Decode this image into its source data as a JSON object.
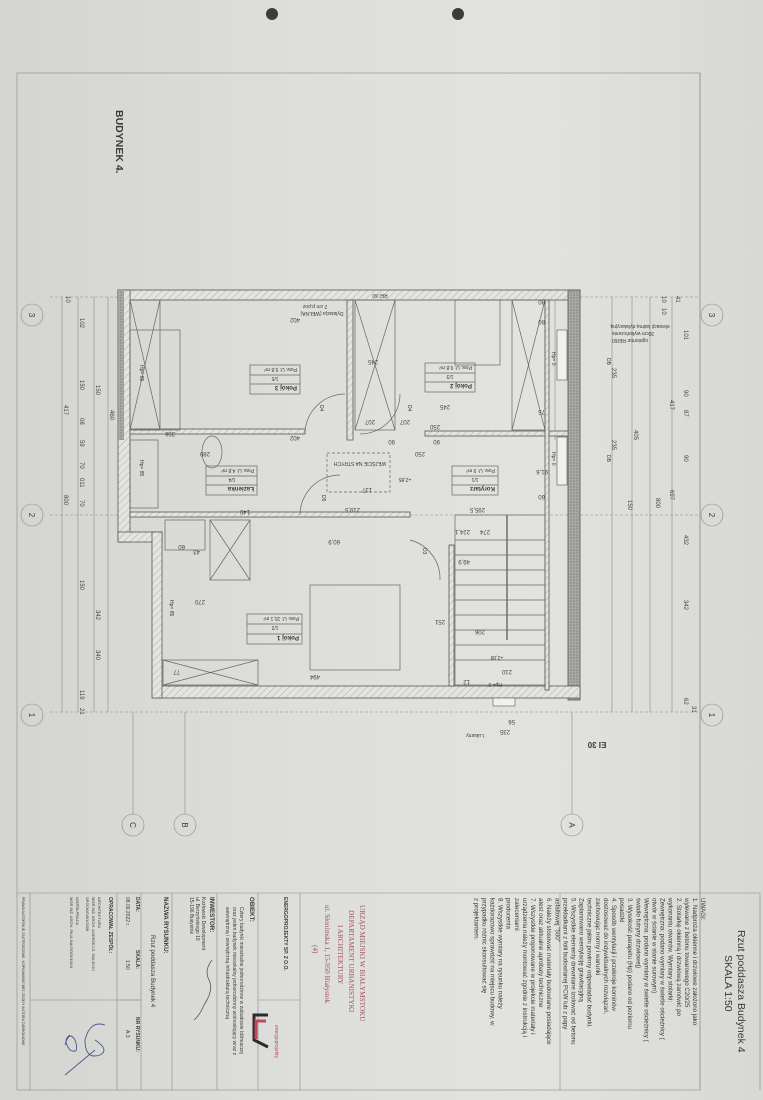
{
  "sheet": {
    "building_label": "BUDYNEK 4.",
    "title": "Rzut poddasza Budynek 4",
    "scale": "SKALA 1:50"
  },
  "notes": {
    "heading": "UWAGI:",
    "lines": [
      "1. Nadproża okienne i drzwiowe założono jako",
      "wylewane z betonu towarowego C20/25",
      "2. Stolarkę okienną i drzwiową zamówić po",
      "wykonaniu otworów. Wymiary stolarki:",
      "Zewnętrzna: podano wymiary w świetle ościeżnicy (",
      "otwór w ścianie w stanie surowym)",
      "Wewnętrzna: podano wymiary w świetle ościeżnicy (",
      "światło futryny drzwiowej)",
      "3. Wysokość parapetu (Hp) podano od poziomu",
      "posadzki",
      "4. Sposób wentylacji i przekroje kominów",
      "dostosować do indywidualnych rozwiązań,",
      "zachowując normy i warunki",
      "techniczne jakim powinny odpowiadać budynki.",
      "Zaplanowano wentylację grawitacyjną",
      "5. Wszystkie elementy drewniane izolować od betonu",
      "przekładkami z folii budowlanej PCW lub z papy",
      "asfaltowej \"500\"",
      "6. Należy stosować materiały budowlane posiadające",
      "atest oraz aktualne aprobaty techniczne",
      "7. Wszystkie proponowane w projekcie materiały i",
      "urządzenia należy montować zgodnie z instrukcją i",
      "zaleceniami",
      "producenta",
      "8. Wszystkie wymiary na rysunku należy",
      "każdorazowo sprawdzić na miejscu budowy, w",
      "przypadku różnic skonsultować się",
      "z projektantem."
    ]
  },
  "stamp": {
    "lines": [
      "URZĄD MIEJSKI W BIAŁYMSTOKU",
      "DEPARTAMENT URBANISTYKI",
      "I ARCHITEKTURY",
      "ul. Słonimska 1, 15-950 Białystok",
      "(4)"
    ]
  },
  "company": {
    "name": "ENERGOPROJEKTY SP. Z O.O.",
    "logo_text": "energoprojekty",
    "colors": {
      "logo_dark": "#2b2b2b",
      "logo_red": "#c0485a"
    }
  },
  "object": {
    "label": "OBIEKT:",
    "lines": [
      "Cztery budynki mieszkalne jednorodzinne w zabudowie bliźniaczej",
      "oraz jeden budynek mieszkalny jednorodzinny wolnostojący wraz z",
      "wewnętrzną i zewnętrzną infrastrukturą techniczną"
    ]
  },
  "investor": {
    "label": "INWESTOR:",
    "lines": [
      "Kozłowski Development",
      "ul. Berzyńskiego 19",
      "15-196 Białystok"
    ]
  },
  "drawing": {
    "name_label": "NAZWA RYSUNKU:",
    "name": "Rzut poddasza Budynek 4",
    "date_label": "DATA:",
    "date": "08.09.2022 r.",
    "scale_label": "SKALA:",
    "scale": "1:50",
    "number_label": "NR RYSUNKU:",
    "number": "A.3",
    "team_label": "OPRACOWAŁ ZESPÓŁ:",
    "team": [
      "ARCHITEKTURA",
      "MGR INŻ. ARCH. ANDRZEJ Z. GALECKI",
      "SPOOK/0451/2008",
      "WSPÓŁPRACA",
      "MGR INŻ. ARCH. PAULINA ROGIŃSKA"
    ],
    "copyright": "PRAWA AUTORSKIE ZASTRZEŻONE. KOPIOWANIE BEZ ZGODY AUTORA ZABRONIONE"
  },
  "grid": {
    "axes": [
      "3",
      "2",
      "1",
      "C",
      "B",
      "A"
    ]
  },
  "plan": {
    "rooms": [
      {
        "name": "Pokój 3",
        "num": "1/5",
        "area": "Pow. U: 9,8 m²"
      },
      {
        "name": "Pokój 2",
        "num": "1/3",
        "area": "Pow. U: 9,8 m²"
      },
      {
        "name": "Korytarz",
        "num": "1/1",
        "area": "Pow. U: 9 m²"
      },
      {
        "name": "Łazienka",
        "num": "1/4",
        "area": "Pow. U: 4,8 m²"
      },
      {
        "name": "Pokój 1",
        "num": "1/2",
        "area": "Pow. U: 15,1 m²"
      }
    ],
    "labels": {
      "attic_entry": "WEJŚCIE NA STRYCH",
      "rei": "REI 60",
      "dilatation_1": "Dylatacja (WEŁNA)",
      "dilatation_2": "2 cm p.poz",
      "firewall_1": "ogniomur REI60",
      "firewall_2": "30cm wykończenie",
      "firewall_3": "elewacji taśmą dylatacyjną",
      "ei": "EI 30",
      "dormers": "Lukarny",
      "level_1": "+2,85",
      "level_2": "+2,08",
      "door_d4a": "D4",
      "door_d4b": "D4",
      "door_d5": "D5",
      "door_d3": "D3",
      "db1": "DB",
      "db2": "DB",
      "hp1": "Hp= 0",
      "hp2": "Hp= 0",
      "hp3": "Hp= 0",
      "hp4": "Hp= 85",
      "hp5": "Hp= 85",
      "hp6": "Hp= 85"
    },
    "dims": [
      "10",
      "102",
      "150",
      "08",
      "59",
      "70",
      "011",
      "70",
      "150",
      "342",
      "150",
      "119",
      "21",
      "800",
      "417",
      "340",
      "460",
      "41",
      "10",
      "10",
      "101",
      "90",
      "87",
      "90",
      "417",
      "697",
      "800",
      "405",
      "432",
      "342",
      "62",
      "31",
      "150",
      "402",
      "402",
      "306",
      "245",
      "245",
      "207",
      "207",
      "90",
      "90",
      "250",
      "250",
      "295,5",
      "274",
      "224,1",
      "49,9",
      "251",
      "206",
      "210",
      "12",
      "137",
      "219,5",
      "140",
      "60",
      "60,9",
      "270",
      "494",
      "77",
      "43",
      "289",
      "91,6",
      "80",
      "80",
      "75",
      "60",
      "235",
      "235",
      "56",
      "235"
    ]
  }
}
